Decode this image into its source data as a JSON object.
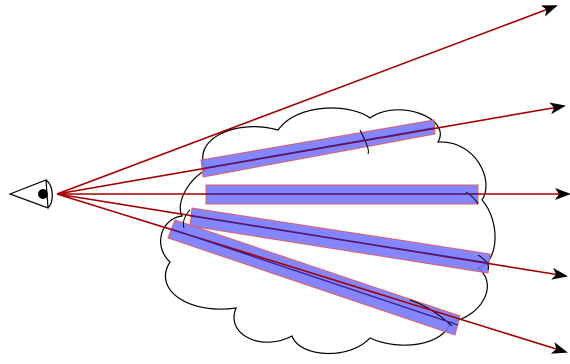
{
  "diagram": {
    "colors": {
      "background": "#ffffff",
      "ray": "#a50000",
      "arrowhead": "#000000",
      "cloud_stroke": "#000000",
      "cloud_fill": "#ffffff",
      "band_fill": "#7878ff",
      "band_stroke": "#e06060",
      "band_core": "#3c1e8c",
      "eye_stroke": "#000000"
    },
    "observer": {
      "icon": "eye-icon"
    },
    "rays": [
      {
        "id": "ray-1",
        "crosses_cloud": false
      },
      {
        "id": "ray-2",
        "crosses_cloud": true
      },
      {
        "id": "ray-3",
        "crosses_cloud": true
      },
      {
        "id": "ray-4",
        "crosses_cloud": true
      },
      {
        "id": "ray-5",
        "crosses_cloud": true
      }
    ],
    "cloud": {
      "icon": "cloud-shape"
    }
  }
}
